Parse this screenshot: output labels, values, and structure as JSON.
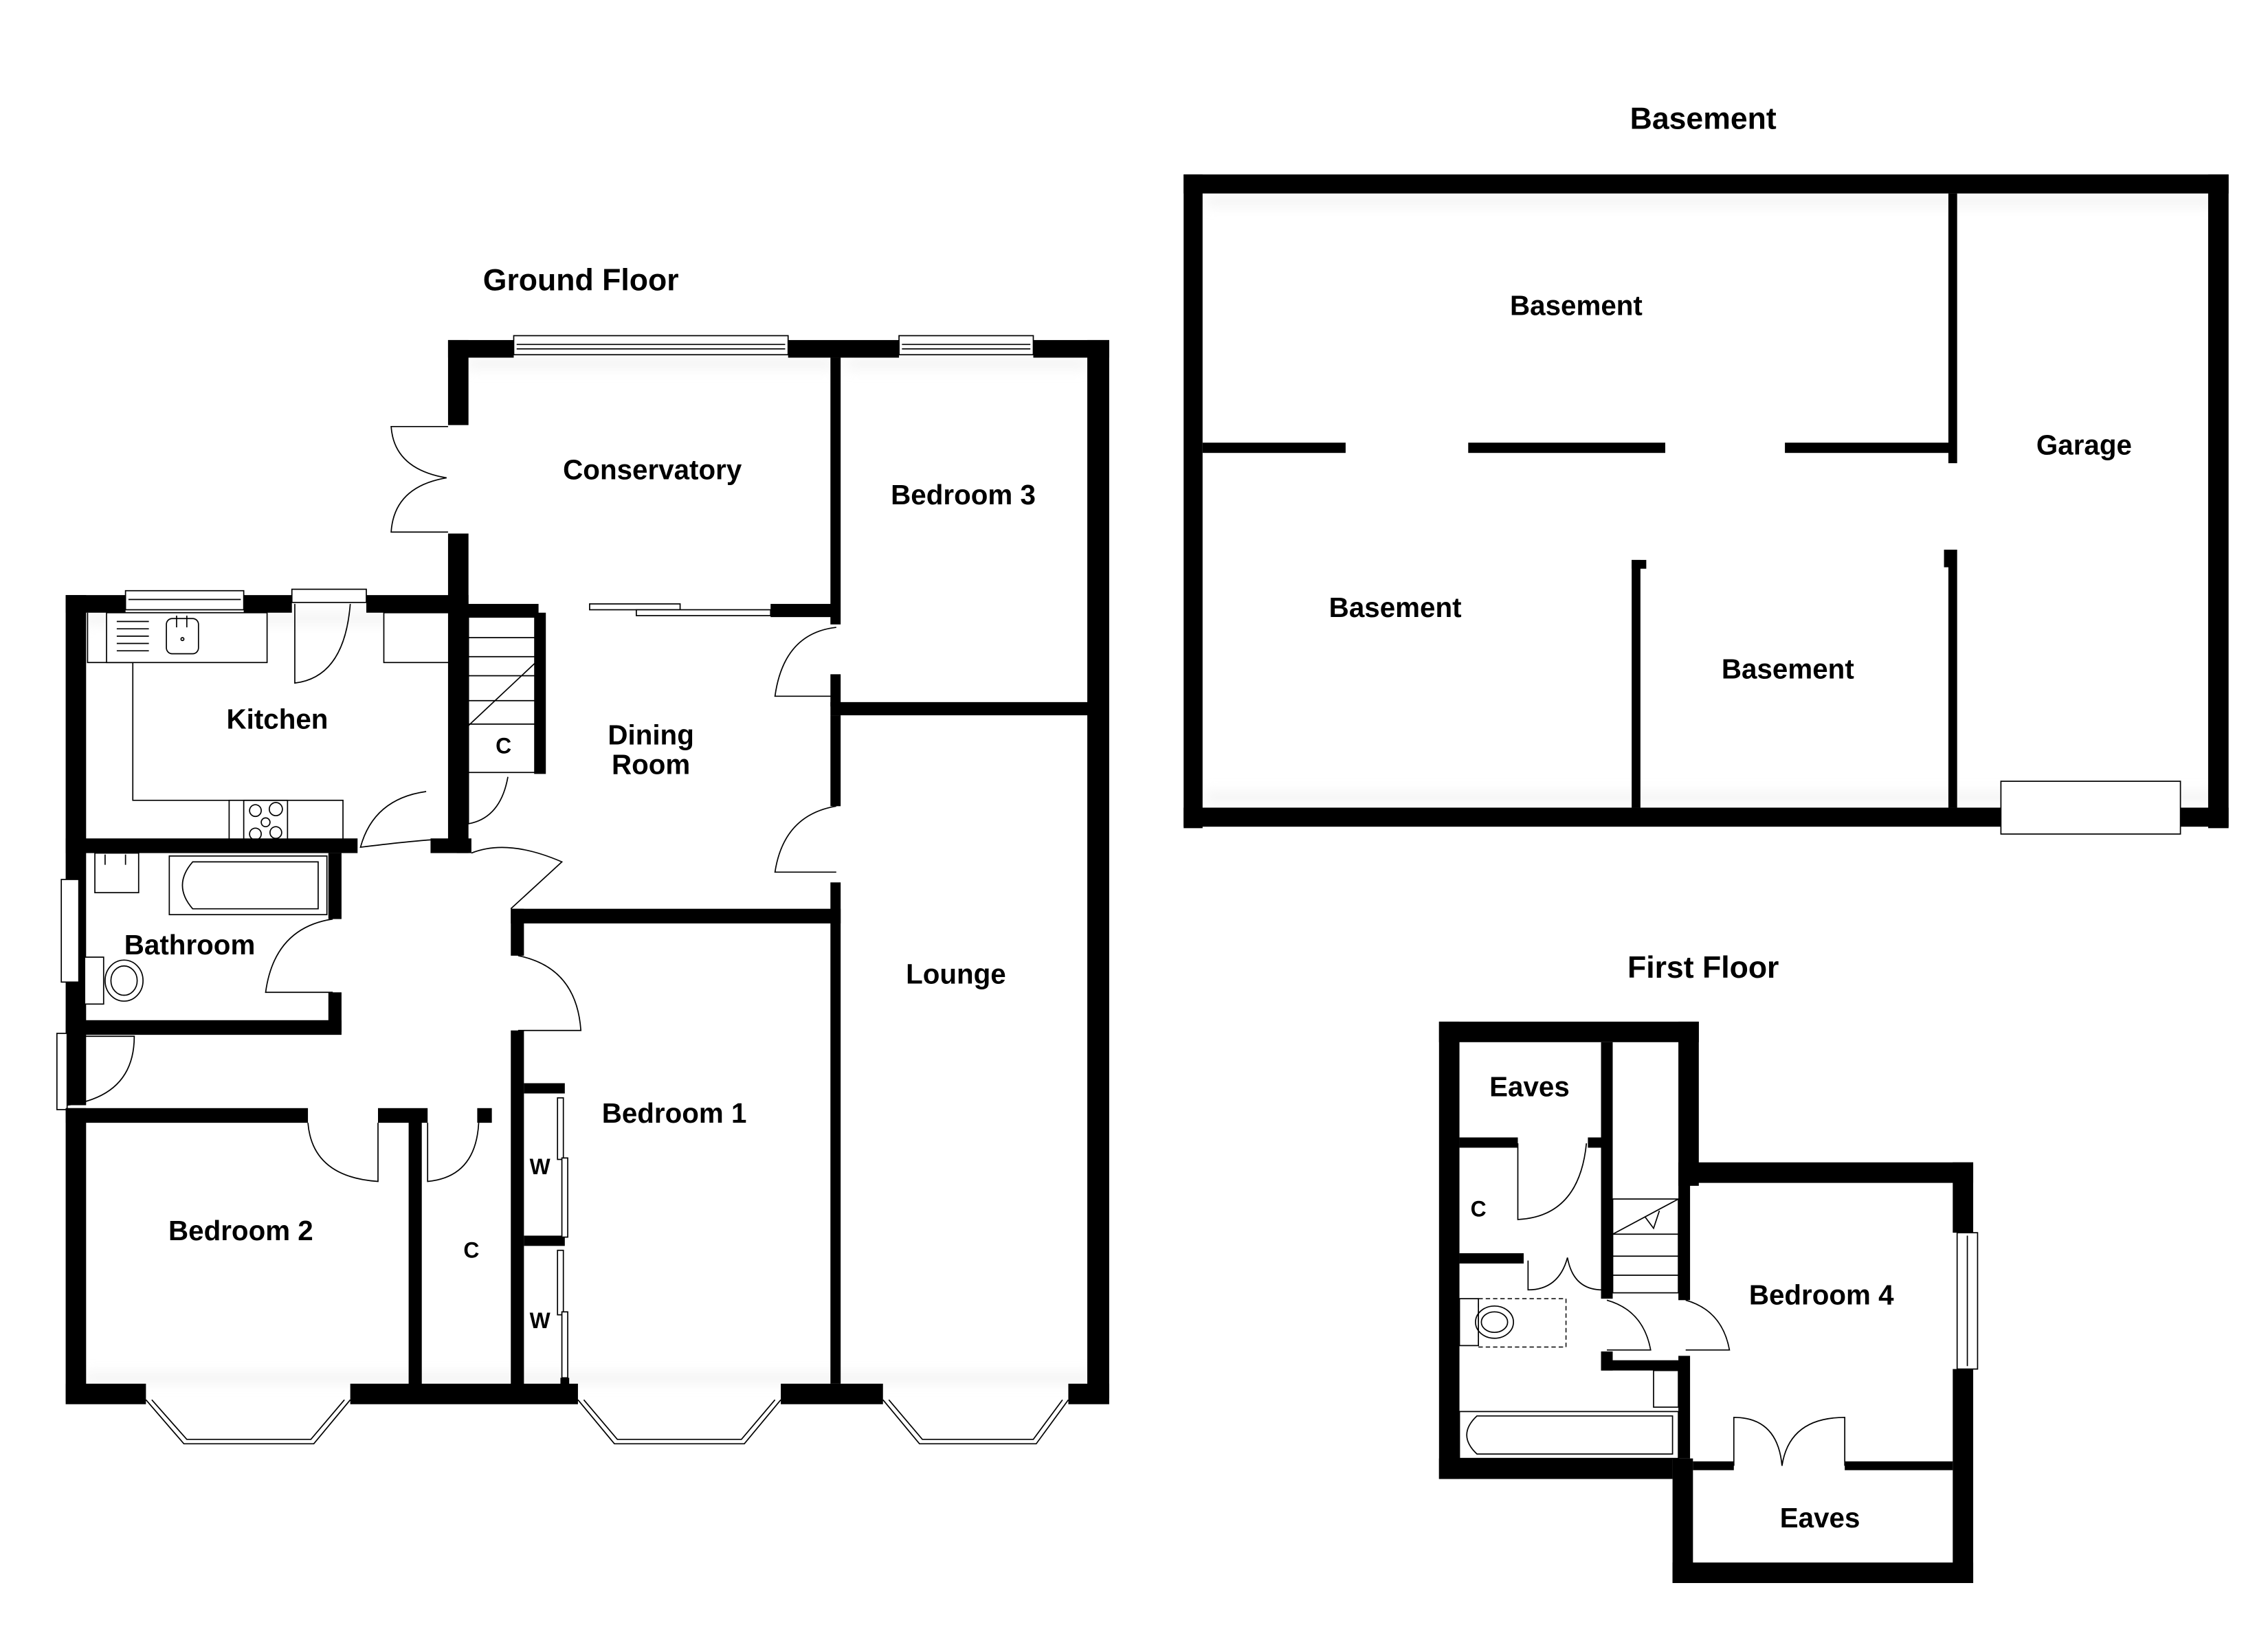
{
  "floors": {
    "ground": {
      "title": "Ground Floor",
      "rooms": {
        "conservatory": "Conservatory",
        "bedroom3": "Bedroom 3",
        "kitchen": "Kitchen",
        "dining_line1": "Dining",
        "dining_line2": "Room",
        "cupboard_under_stairs": "C",
        "bathroom": "Bathroom",
        "lounge": "Lounge",
        "bedroom1": "Bedroom 1",
        "wardrobe_1": "W",
        "wardrobe_2": "W",
        "cupboard_hall": "C",
        "bedroom2": "Bedroom 2"
      }
    },
    "basement": {
      "title": "Basement",
      "rooms": {
        "basement_top": "Basement",
        "basement_left": "Basement",
        "basement_middle": "Basement",
        "garage": "Garage"
      }
    },
    "first": {
      "title": "First Floor",
      "rooms": {
        "eaves_top": "Eaves",
        "cupboard": "C",
        "bedroom4": "Bedroom 4",
        "eaves_bottom": "Eaves"
      }
    }
  },
  "colors": {
    "wall": "#000000",
    "background": "#ffffff"
  }
}
